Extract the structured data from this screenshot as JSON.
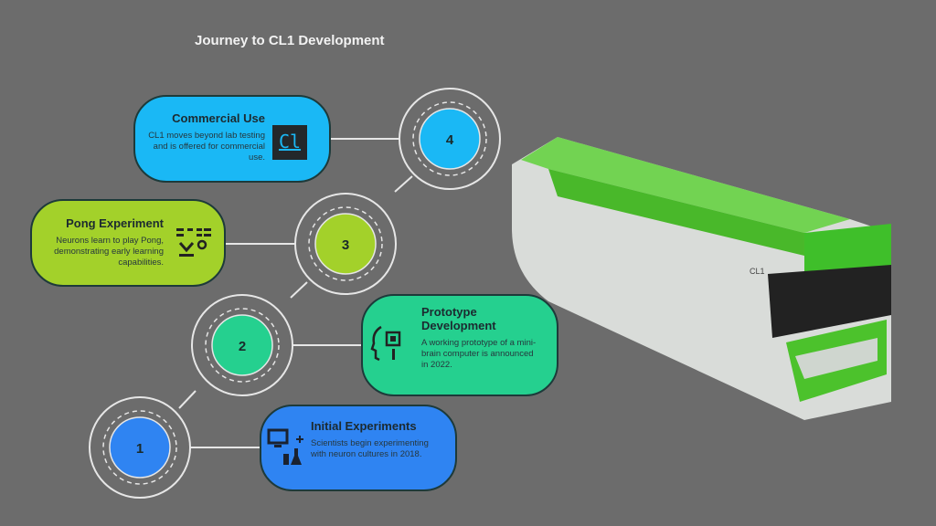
{
  "title": "Journey to CL1 Development",
  "steps": [
    {
      "number": "1",
      "title": "Initial Experiments",
      "text": "Scientists begin experimenting with neuron cultures in 2018.",
      "color": "#2f84f2",
      "icon": "computer-lab-flask-icon"
    },
    {
      "number": "2",
      "title": "Prototype Development",
      "text": "A working prototype of a mini-brain computer is announced in 2022.",
      "color": "#25d08f",
      "icon": "head-chip-icon"
    },
    {
      "number": "3",
      "title": "Pong Experiment",
      "text": "Neurons learn to play Pong, demonstrating early learning capabilities.",
      "color": "#a3d12a",
      "icon": "pong-game-icon"
    },
    {
      "number": "4",
      "title": "Commercial Use",
      "text": "CL1 moves beyond lab testing and is offered for commercial use.",
      "color": "#1ab8f5",
      "icon": "cl-logo-icon"
    }
  ],
  "cl_logo": "Cl",
  "device_label": "CL1"
}
